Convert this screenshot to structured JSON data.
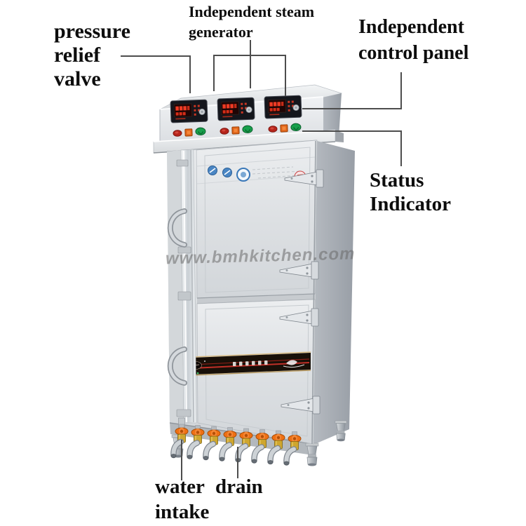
{
  "callouts": {
    "pressure_relief_valve": "pressure\nrelief\nvalve",
    "steam_generator": "Independent steam\ngenerator",
    "control_panel": "Independent\ncontrol panel",
    "status_indicator": "Status\nIndicator",
    "water_intake": "water\nintake",
    "drain": "drain"
  },
  "watermark": {
    "text": "www.bmhkitchen.com"
  },
  "machine": {
    "control_panels": 3,
    "indicator_buttons_per_panel": [
      "red-round-button",
      "orange-square-button",
      "green-round-button"
    ],
    "door_hinges": 4,
    "door_handles": 2,
    "drain_valves": 8,
    "certification_badges": [
      "blue-badge",
      "blue-badge",
      "blue-ring-badge",
      "red-badge"
    ]
  },
  "colors": {
    "background": "#ffffff",
    "callout_line": "#4d4d4d",
    "label_text": "#0d0d0d",
    "watermark": "#696969",
    "display_red": "#ef3b24",
    "button_red": "#b6251c",
    "button_orange": "#e0641a",
    "button_green": "#18a04c",
    "valve_handle": "#ef7013",
    "valve_brass": "#cfa62e",
    "strip_gold": "#d9bb80",
    "strip_red": "#c03028",
    "badge_blue": "#3a78b8",
    "badge_red": "#c0392b"
  }
}
